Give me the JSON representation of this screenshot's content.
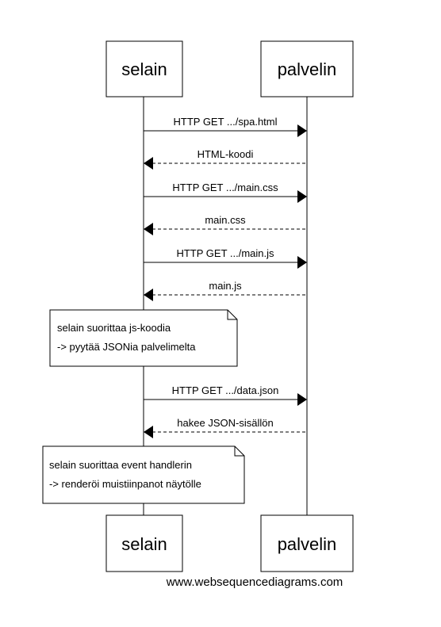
{
  "participants": [
    {
      "id": "browser",
      "label": "selain"
    },
    {
      "id": "server",
      "label": "palvelin"
    }
  ],
  "messages": [
    {
      "from": "browser",
      "to": "server",
      "label": "HTTP GET .../spa.html",
      "style": "solid"
    },
    {
      "from": "server",
      "to": "browser",
      "label": "HTML-koodi",
      "style": "dashed"
    },
    {
      "from": "browser",
      "to": "server",
      "label": "HTTP GET .../main.css",
      "style": "solid"
    },
    {
      "from": "server",
      "to": "browser",
      "label": "main.css",
      "style": "dashed"
    },
    {
      "from": "browser",
      "to": "server",
      "label": "HTTP GET .../main.js",
      "style": "solid"
    },
    {
      "from": "server",
      "to": "browser",
      "label": "main.js",
      "style": "dashed"
    },
    {
      "from": "browser",
      "to": "server",
      "label": "HTTP GET .../data.json",
      "style": "solid"
    },
    {
      "from": "server",
      "to": "browser",
      "label": "hakee JSON-sisällön",
      "style": "dashed"
    }
  ],
  "notes": [
    {
      "over": "browser",
      "lines": [
        "selain suorittaa js-koodia",
        "-> pyytää JSONia palvelimelta"
      ]
    },
    {
      "over": "browser",
      "lines": [
        "selain suorittaa event handlerin",
        "-> renderöi muistiinpanot näytölle"
      ]
    }
  ],
  "footer": "www.websequencediagrams.com"
}
